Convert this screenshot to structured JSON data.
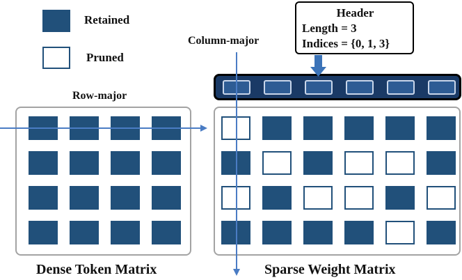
{
  "legend": {
    "retained_label": "Retained",
    "pruned_label": "Pruned"
  },
  "colors": {
    "retained": "#21507a",
    "header_bar": "#1a3a66",
    "header_cell": "#2e5c94",
    "arrow": "#4a7cc4",
    "panel_border": "#a3a3a3"
  },
  "labels": {
    "row_major": "Row-major",
    "column_major": "Column-major"
  },
  "callout": {
    "title": "Header",
    "length": "Length = 3",
    "indices": "Indices = {0, 1, 3}"
  },
  "header_bar": {
    "cell_count": 6
  },
  "dense_matrix": {
    "caption": "Dense Token Matrix",
    "grid": [
      [
        "retained",
        "retained",
        "retained",
        "retained"
      ],
      [
        "retained",
        "retained",
        "retained",
        "retained"
      ],
      [
        "retained",
        "retained",
        "retained",
        "retained"
      ],
      [
        "retained",
        "retained",
        "retained",
        "retained"
      ]
    ]
  },
  "sparse_matrix": {
    "caption": "Sparse Weight Matrix",
    "grid": [
      [
        "pruned",
        "retained",
        "retained",
        "retained",
        "retained",
        "retained"
      ],
      [
        "retained",
        "pruned",
        "retained",
        "pruned",
        "pruned",
        "retained"
      ],
      [
        "pruned",
        "retained",
        "pruned",
        "pruned",
        "retained",
        "pruned"
      ],
      [
        "retained",
        "retained",
        "retained",
        "retained",
        "pruned",
        "retained"
      ]
    ]
  }
}
